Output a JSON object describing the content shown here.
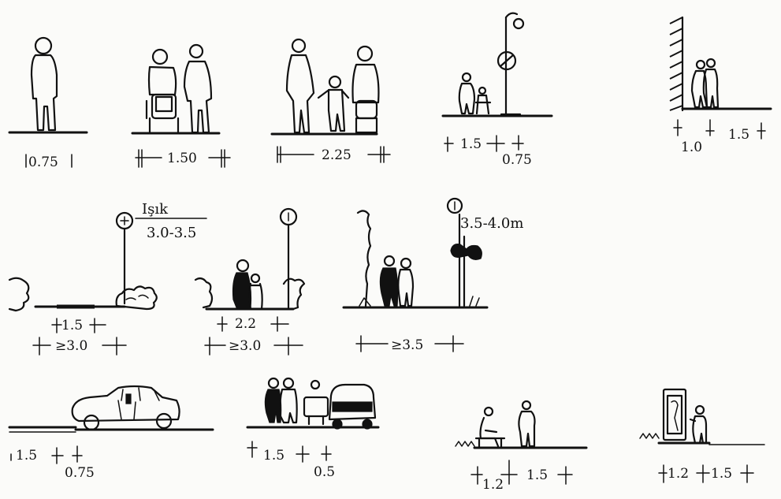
{
  "labels": {
    "w075": "0.75",
    "w150": "1.50",
    "w225": "2.25",
    "r1_1": "1.5",
    "r1_2": "0.75",
    "r1_wall_a": "1.0",
    "r1_wall_b": "1.5",
    "light_label": "Işık",
    "light_height": "3.0-3.5",
    "r2_a1": "1.5",
    "r2_a2": "≥3.0",
    "r2_b1": "2.2",
    "r2_b2": "≥3.0",
    "r2_c_height": "3.5-4.0m",
    "r2_c1": "≥3.5",
    "r3_a1": "1.5",
    "r3_a2": "0.75",
    "r3_b1": "1.5",
    "r3_b2": "0.5",
    "r3_c1": "1.2",
    "r3_c2": "1.5",
    "r3_d1": "1.2",
    "r3_d2": "1.5"
  },
  "icons": {
    "person": "person-icon",
    "wheelchair": "wheelchair-icon",
    "stroller": "stroller-icon",
    "lamp": "street-lamp-icon",
    "sign": "no-entry-sign-icon",
    "car": "car-icon",
    "bush": "bush-icon",
    "tree": "tree-icon",
    "wall": "wall-icon",
    "kiosk": "kiosk-icon",
    "bench": "bench-icon"
  }
}
